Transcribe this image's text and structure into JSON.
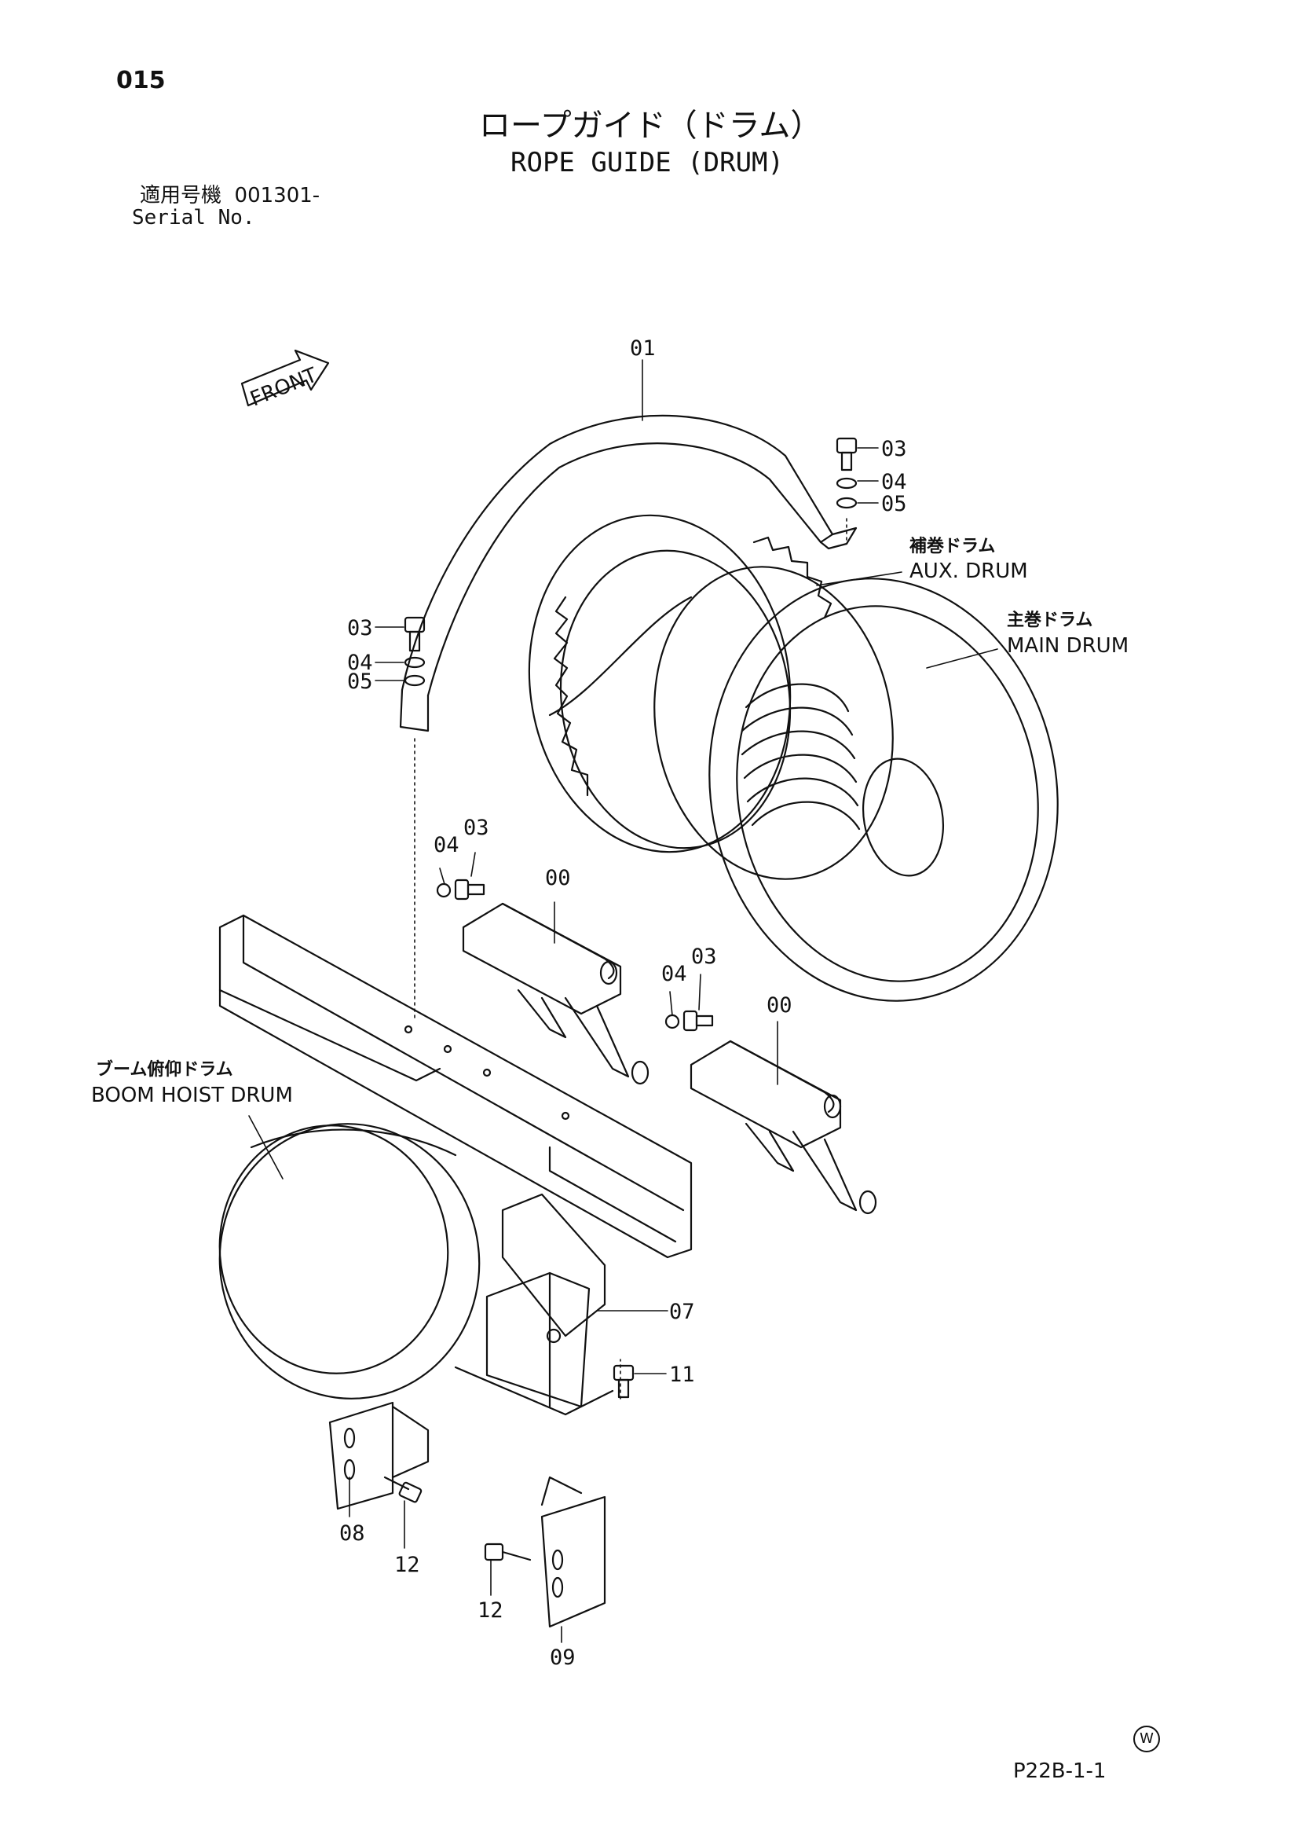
{
  "header": {
    "page_number": "015",
    "title_ja": "ロープガイド（ドラム）",
    "title_en": "ROPE GUIDE (DRUM)",
    "serial_label_ja": "適用号機",
    "serial_value": "001301-",
    "serial_label_en": "Serial No."
  },
  "drawing": {
    "front_label": "FRONT",
    "callouts": {
      "aux_drum_ja": "補巻ドラム",
      "aux_drum_en": "AUX. DRUM",
      "main_drum_ja": "主巻ドラム",
      "main_drum_en": "MAIN DRUM",
      "boom_hoist_ja": "ブーム俯仰ドラム",
      "boom_hoist_en": "BOOM HOIST DRUM"
    },
    "part_numbers": {
      "p01": "01",
      "p03a": "03",
      "p04a": "04",
      "p05a": "05",
      "p03b": "03",
      "p04b": "04",
      "p05b": "05",
      "p04c": "04",
      "p03c": "03",
      "p00a": "00",
      "p04d": "04",
      "p03d": "03",
      "p00b": "00",
      "p07": "07",
      "p11": "11",
      "p08": "08",
      "p12a": "12",
      "p12b": "12",
      "p09": "09"
    }
  },
  "footer": {
    "page_code": "P22B-1-1",
    "mark": "W"
  }
}
